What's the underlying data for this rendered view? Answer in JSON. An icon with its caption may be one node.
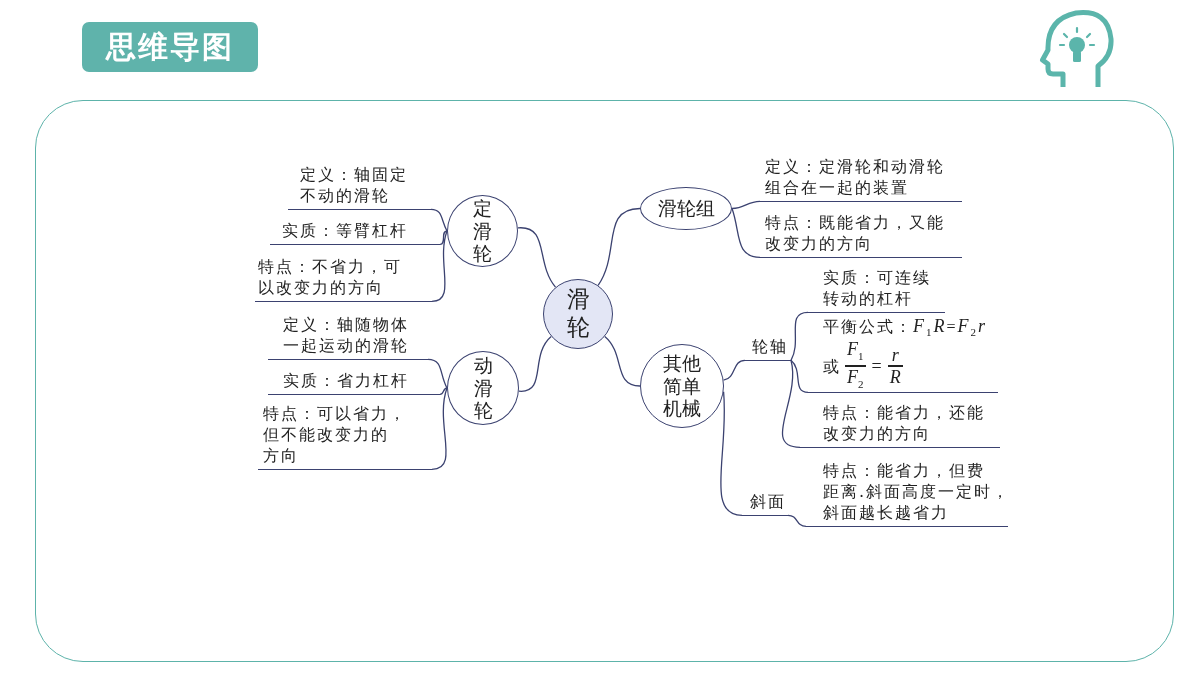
{
  "diagram": {
    "title": "思维导图",
    "nodes": [
      {
        "text": [
          "滑轮"
        ]
      },
      {
        "text": [
          "定滑轮"
        ]
      },
      {
        "text": [
          "动滑轮"
        ]
      },
      {
        "text": [
          "滑轮组"
        ]
      },
      {
        "text": [
          "其他简单机械"
        ]
      },
      {
        "text": [
          "轮轴"
        ]
      },
      {
        "text": [
          "斜面"
        ]
      },
      {
        "text": [
          "定义：轴固定不动的滑轮"
        ]
      },
      {
        "text": [
          "实质：等臂杠杆"
        ]
      },
      {
        "text": [
          "特点：不省力，可以改变力的方向"
        ]
      },
      {
        "text": [
          "定义：轴随物体一起运动的滑轮"
        ]
      },
      {
        "text": [
          "实质：省力杠杆"
        ]
      },
      {
        "text": [
          "特点：可以省力，但不能改变力的方向"
        ]
      },
      {
        "text": [
          "定义：定滑轮和动滑轮组合在一起的装置"
        ]
      },
      {
        "text": [
          "特点：既能省力，又能改变力的方向"
        ]
      },
      {
        "text": [
          "实质：可连续转动的杠杆"
        ]
      },
      {
        "text": [
          "平衡公式：*F*$_{1}$*R*=*F*$_{2}$*r*",
          "或",
          "*F*$_{1}$",
          "*F*$_{2}$",
          "=",
          "r",
          "R"
        ]
      },
      {
        "text": [
          "特点：能省力，还能改变力的方向"
        ]
      },
      {
        "text": [
          "特点：能省力，但费距离.斜面高度一定时，斜面越长越省力"
        ]
      }
    ],
    "edges": [
      {
        "from": 0,
        "to": 1,
        "arrow": "none"
      },
      {
        "from": 0,
        "to": 2,
        "arrow": "none"
      },
      {
        "from": 0,
        "to": 3,
        "arrow": "none"
      },
      {
        "from": 0,
        "to": 4,
        "arrow": "none"
      },
      {
        "from": 1,
        "to": 7,
        "arrow": "none"
      },
      {
        "from": 1,
        "to": 8,
        "arrow": "none"
      },
      {
        "from": 1,
        "to": 9,
        "arrow": "none"
      },
      {
        "from": 2,
        "to": 10,
        "arrow": "none"
      },
      {
        "from": 2,
        "to": 11,
        "arrow": "none"
      },
      {
        "from": 2,
        "to": 12,
        "arrow": "none"
      },
      {
        "from": 3,
        "to": 13,
        "arrow": "none"
      },
      {
        "from": 3,
        "to": 14,
        "arrow": "none"
      },
      {
        "from": 4,
        "to": 5,
        "arrow": "none"
      },
      {
        "from": 4,
        "to": 6,
        "arrow": "none"
      },
      {
        "from": 5,
        "to": 15,
        "arrow": "none"
      },
      {
        "from": 5,
        "to": 16,
        "arrow": "none"
      },
      {
        "from": 5,
        "to": 17,
        "arrow": "none"
      },
      {
        "from": 6,
        "to": 18,
        "arrow": "none"
      }
    ]
  }
}
